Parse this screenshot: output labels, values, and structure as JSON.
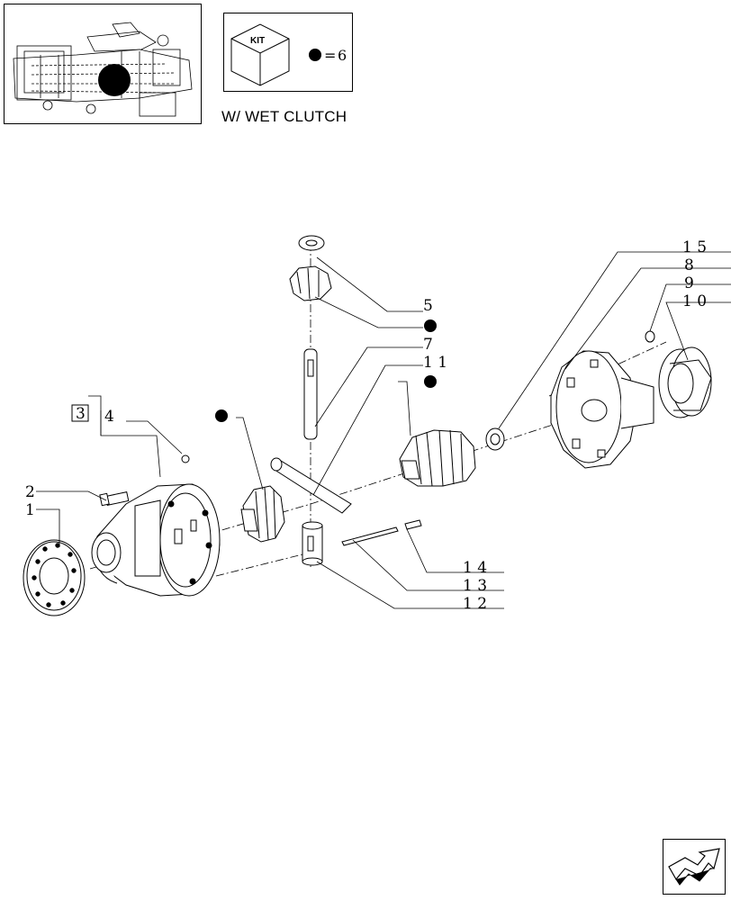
{
  "header": {
    "kit_label": "KIT",
    "kit_marker": "=",
    "kit_count": "6",
    "variant_caption": "W/ WET CLUTCH"
  },
  "callouts": {
    "c1": "1",
    "c2": "2",
    "c3": "3",
    "c4": "4",
    "c5": "5",
    "c7": "7",
    "c8": "8",
    "c9": "9",
    "c10": "1 0",
    "c11": "1 1",
    "c12": "1 2",
    "c13": "1 3",
    "c14": "1 4",
    "c15": "1 5"
  },
  "colors": {
    "ink": "#000000",
    "paper": "#ffffff",
    "shade": "#d9d9d9"
  },
  "icons": {
    "navigation": "next-page-arrow-icon",
    "kit": "kit-cube-icon",
    "marker": "filled-dot-icon"
  }
}
